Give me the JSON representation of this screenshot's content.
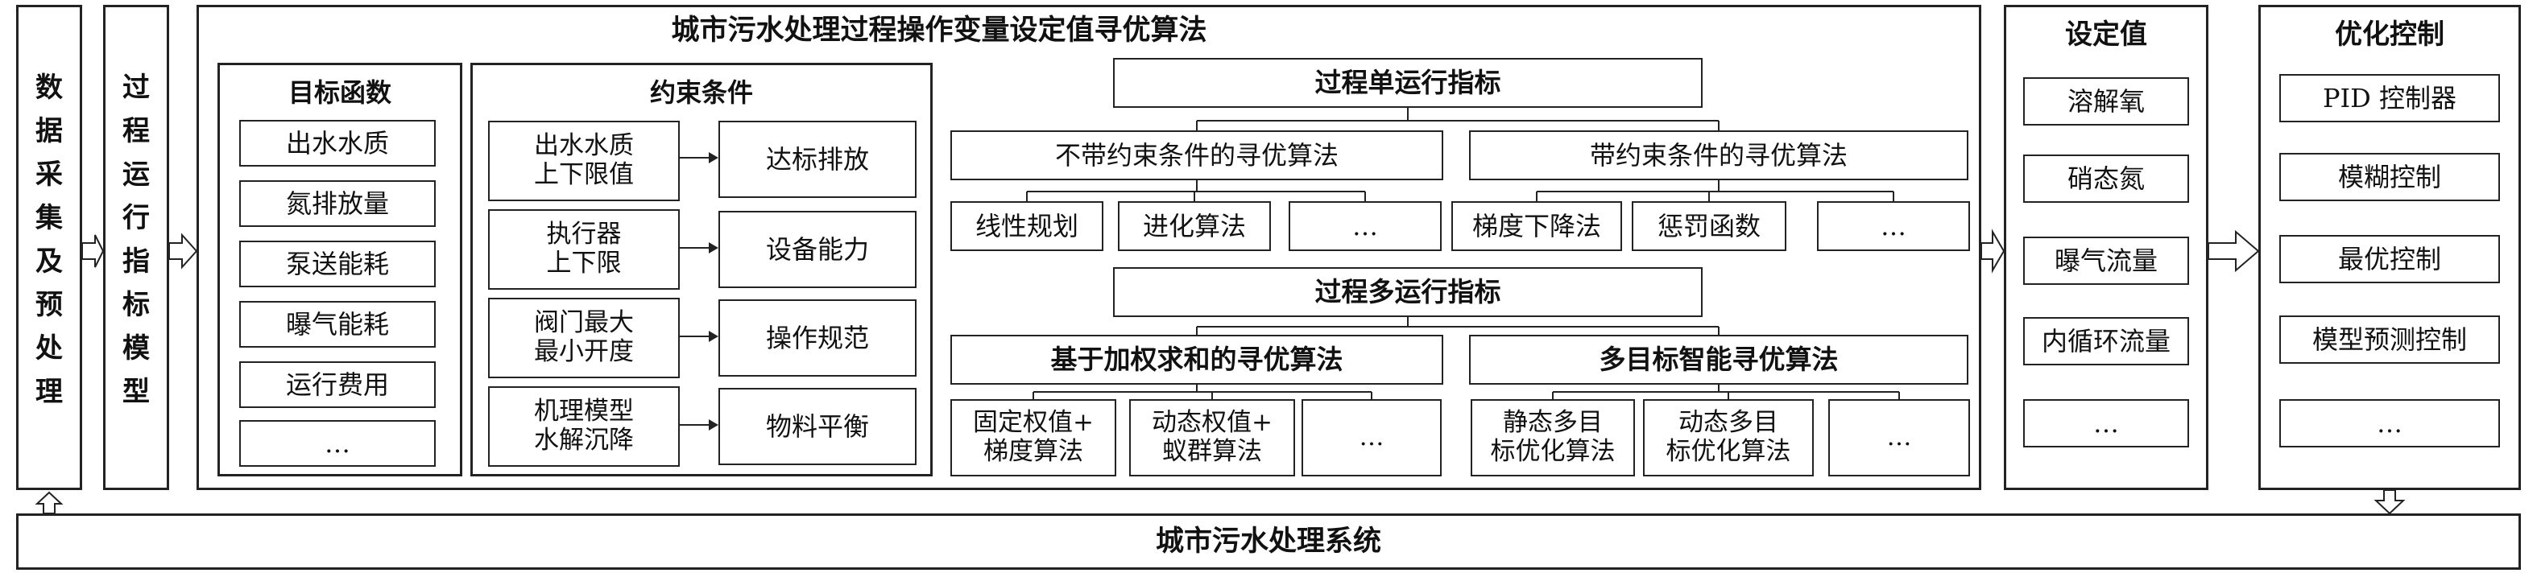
{
  "data_acq": [
    "数",
    "据",
    "采",
    "集",
    "及",
    "预",
    "处",
    "理"
  ],
  "index_model": [
    "过",
    "程",
    "运",
    "行",
    "指",
    "标",
    "模",
    "型"
  ],
  "main_title": "城市污水处理过程操作变量设定值寻优算法",
  "objective": {
    "title": "目标函数",
    "items": [
      "出水水质",
      "氮排放量",
      "泵送能耗",
      "曝气能耗",
      "运行费用",
      "…"
    ]
  },
  "constraint": {
    "title": "约束条件",
    "rows": [
      {
        "cond": "出水水质\n上下限值",
        "result": "达标排放"
      },
      {
        "cond": "执行器\n上下限",
        "result": "设备能力"
      },
      {
        "cond": "阀门最大\n最小开度",
        "result": "操作规范"
      },
      {
        "cond": "机理模型\n水解沉降",
        "result": "物料平衡"
      }
    ]
  },
  "single": {
    "title": "过程单运行指标",
    "unconstrained": "不带约束条件的寻优算法",
    "constrained": "带约束条件的寻优算法",
    "leaves_left": [
      "线性规划",
      "进化算法",
      "…"
    ],
    "leaves_right": [
      "梯度下降法",
      "惩罚函数",
      "…"
    ]
  },
  "multi": {
    "title": "过程多运行指标",
    "weighted": "基于加权求和的寻优算法",
    "intelligent": "多目标智能寻优算法",
    "leaves_left": [
      "固定权值+\n梯度算法",
      "动态权值+\n蚁群算法",
      "…"
    ],
    "leaves_right": [
      "静态多目\n标优化算法",
      "动态多目\n标优化算法",
      "…"
    ]
  },
  "setpoint": {
    "title": "设定值",
    "items": [
      "溶解氧",
      "硝态氮",
      "曝气流量",
      "内循环流量",
      "…"
    ]
  },
  "control": {
    "title": "优化控制",
    "items": [
      "PID 控制器",
      "模糊控制",
      "最优控制",
      "模型预测控制",
      "…"
    ]
  },
  "bottom_system": "城市污水处理系统"
}
